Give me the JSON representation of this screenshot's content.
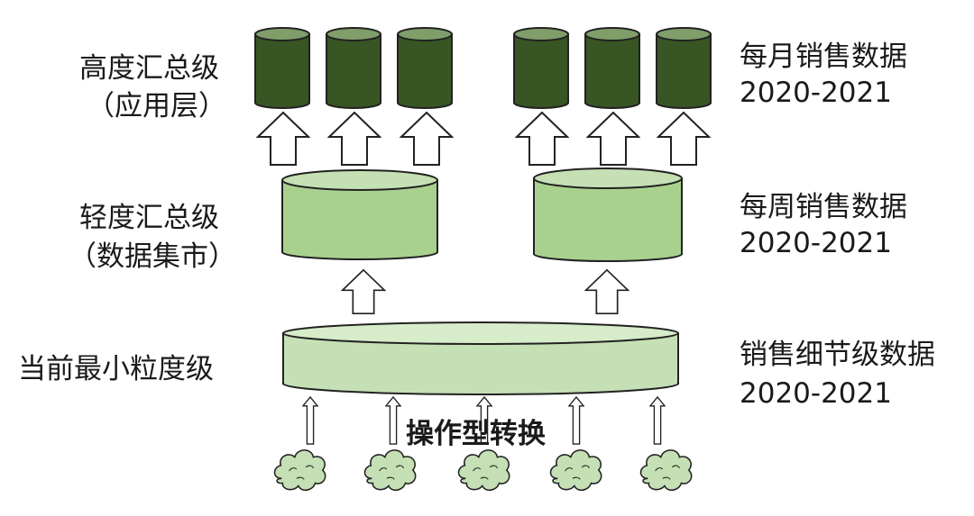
{
  "labels": {
    "high_level": "高度汇总级",
    "high_level_sub": "（应用层）",
    "light_level": "轻度汇总级",
    "light_level_sub": "（数据集市）",
    "detail_level": "当前最小粒度级",
    "monthly": "每月销售数据",
    "weekly": "每周销售数据",
    "detail_data": "销售细节级数据",
    "years": "2020-2021",
    "transform": "操作型转换"
  },
  "colors": {
    "dark_green": "#375623",
    "mid_green": "#a9d18e",
    "light_green": "#c5e0b4",
    "outline": "#222222"
  }
}
